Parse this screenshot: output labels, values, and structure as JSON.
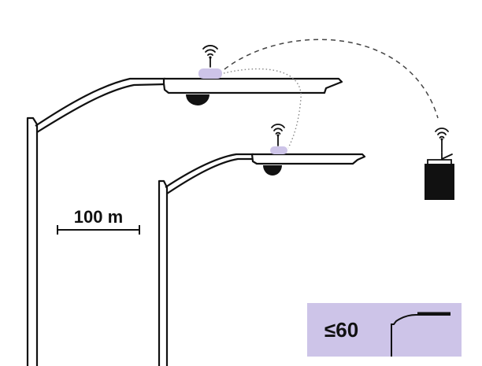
{
  "distance": {
    "label": "100 m"
  },
  "badge": {
    "label": "≤60",
    "background": "#cdc4e8"
  },
  "colors": {
    "ink": "#111111",
    "module": "#cdc4e8",
    "background": "#ffffff",
    "dash": "#444444"
  },
  "icons": {
    "pole_large": "streetlight-icon",
    "pole_small": "streetlight-icon",
    "gateway": "gateway-box-icon",
    "signal": "wifi-signal-icon",
    "camera": "camera-dome-icon"
  },
  "signals": [
    {
      "name": "large-streetlight-node"
    },
    {
      "name": "small-streetlight-node"
    },
    {
      "name": "gateway"
    }
  ],
  "links": [
    {
      "from": "large-streetlight-node",
      "to": "gateway",
      "style": "dashed"
    },
    {
      "from": "large-streetlight-node",
      "to": "small-streetlight-node",
      "style": "dotted"
    }
  ]
}
